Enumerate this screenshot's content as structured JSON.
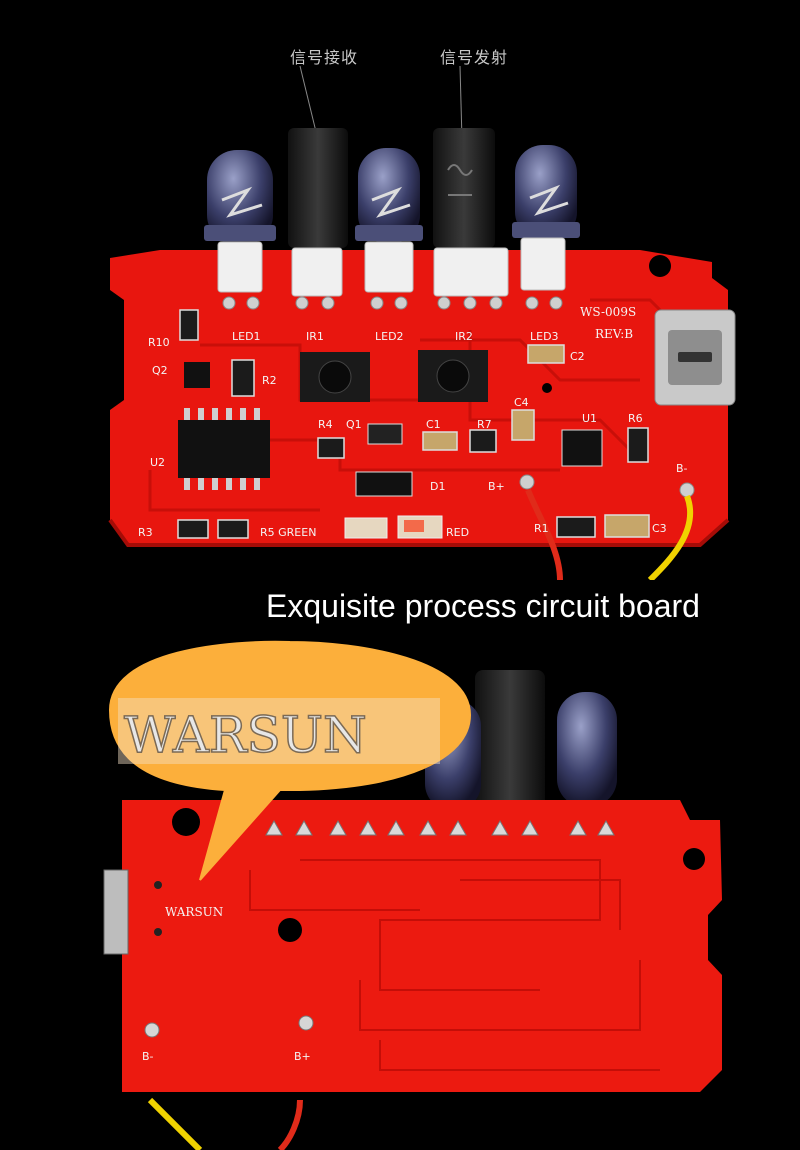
{
  "top_labels": {
    "receive": "信号接收",
    "transmit": "信号发射"
  },
  "caption": "Exquisite process circuit board",
  "bubble_brand": "WARSUN",
  "board_top": {
    "model": "WS-009S",
    "rev": "REV:B",
    "silk": {
      "led1": "LED1",
      "ir1": "IR1",
      "led2": "LED2",
      "ir2": "IR2",
      "led3": "LED3",
      "r10": "R10",
      "q2": "Q2",
      "r2": "R2",
      "u2": "U2",
      "r3": "R3",
      "r5_green": "R5 GREEN",
      "red": "RED",
      "d1": "D1",
      "bplus": "B+",
      "bminus": "B-",
      "r4": "R4",
      "q1": "Q1",
      "c1": "C1",
      "r7": "R7",
      "c4": "C4",
      "u1": "U1",
      "r6": "R6",
      "c2": "C2",
      "c3": "C3",
      "r1": "R1"
    }
  },
  "board_bottom": {
    "brand": "WARSUN",
    "bminus": "B-",
    "bplus": "B+"
  }
}
